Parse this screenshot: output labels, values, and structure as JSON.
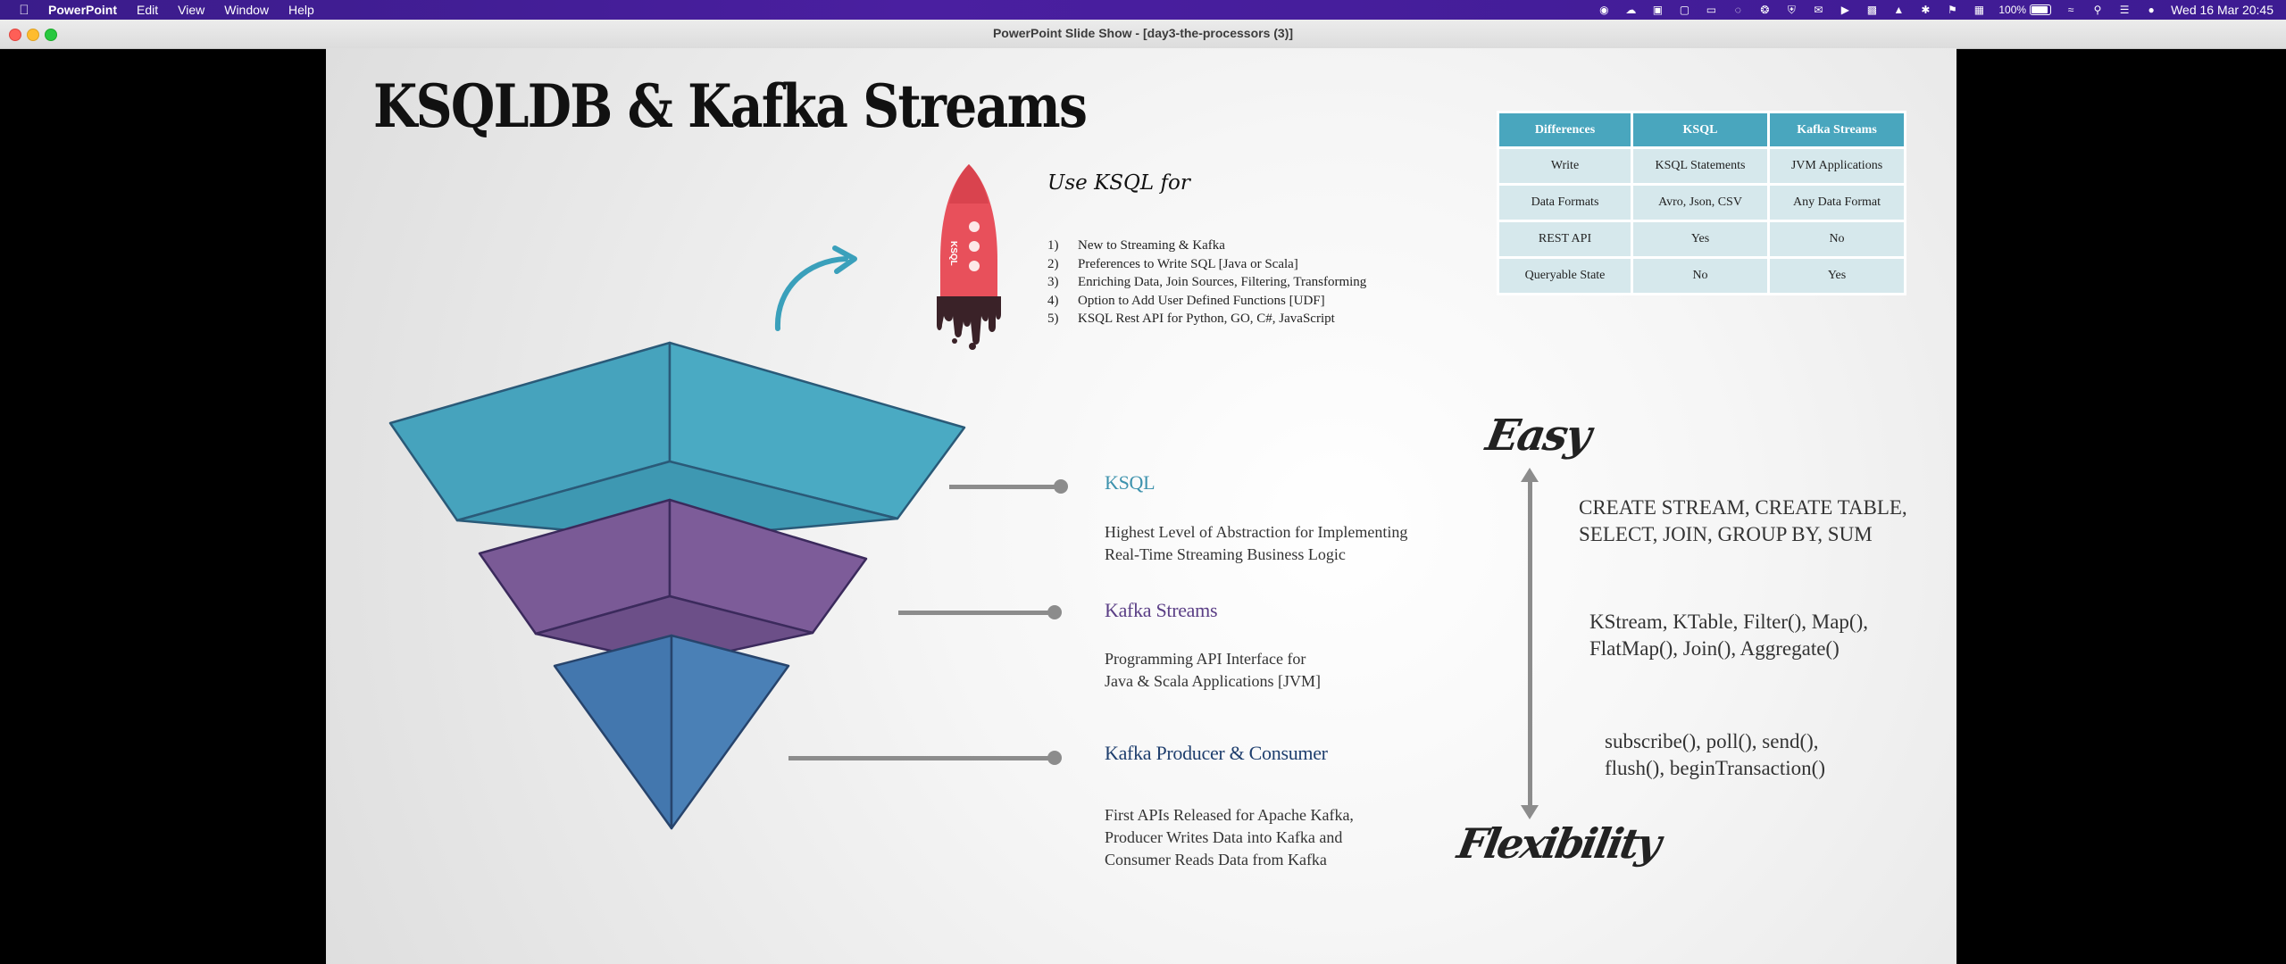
{
  "menubar": {
    "app_name": "PowerPoint",
    "items": [
      "Edit",
      "View",
      "Window",
      "Help"
    ],
    "battery_percent": "100%",
    "battery_level": 1.0,
    "clock": "Wed 16 Mar  20:45"
  },
  "window": {
    "title": "PowerPoint Slide Show - [day3-the-processors (3)]"
  },
  "slide": {
    "title": "KSQLDB & Kafka Streams",
    "rocket_label": "KSQL",
    "use_for": {
      "heading": "Use KSQL for",
      "items": [
        {
          "num": "1)",
          "text": "New to Streaming & Kafka"
        },
        {
          "num": "2)",
          "text": "Preferences to Write SQL [Java or Scala]"
        },
        {
          "num": "3)",
          "text": "Enriching Data, Join Sources, Filtering, Transforming"
        },
        {
          "num": "4)",
          "text": "Option to Add User Defined Functions [UDF]"
        },
        {
          "num": "5)",
          "text": "KSQL Rest API for Python, GO, C#, JavaScript"
        }
      ]
    },
    "levels": [
      {
        "title": "KSQL",
        "color": "#3d92ad",
        "desc": [
          "Highest Level of Abstraction for Implementing",
          "Real-Time Streaming Business Logic"
        ]
      },
      {
        "title": "Kafka Streams",
        "color": "#5b3f86",
        "desc": [
          "Programming API Interface for",
          "Java & Scala Applications [JVM]"
        ]
      },
      {
        "title": "Kafka Producer & Consumer",
        "color": "#1f3f6e",
        "desc": [
          "First APIs Released for Apache Kafka,",
          "Producer Writes Data into Kafka and",
          "Consumer Reads Data from Kafka"
        ]
      }
    ],
    "table": {
      "headers": [
        "Differences",
        "KSQL",
        "Kafka Streams"
      ],
      "rows": [
        [
          "Write",
          "KSQL Statements",
          "JVM Applications"
        ],
        [
          "Data Formats",
          "Avro, Json, CSV",
          "Any Data Format"
        ],
        [
          "REST API",
          "Yes",
          "No"
        ],
        [
          "Queryable State",
          "No",
          "Yes"
        ]
      ]
    },
    "scale": {
      "top": "Easy",
      "bottom": "Flexibility",
      "apis": [
        [
          "CREATE STREAM, CREATE TABLE,",
          "SELECT, JOIN, GROUP BY, SUM"
        ],
        [
          "KStream, KTable, Filter(), Map(),",
          "FlatMap(), Join(), Aggregate()"
        ],
        [
          "subscribe(), poll(), send(),",
          "flush(), beginTransaction()"
        ]
      ]
    },
    "colors": {
      "ksql_layer": "#46a3bd",
      "streams_layer": "#7a5a96",
      "producer_layer": "#4377ae",
      "rocket": "#e8505b",
      "connector": "#8c8c8c",
      "table_header": "#49a6be",
      "table_cell": "#d6e8ec"
    }
  }
}
